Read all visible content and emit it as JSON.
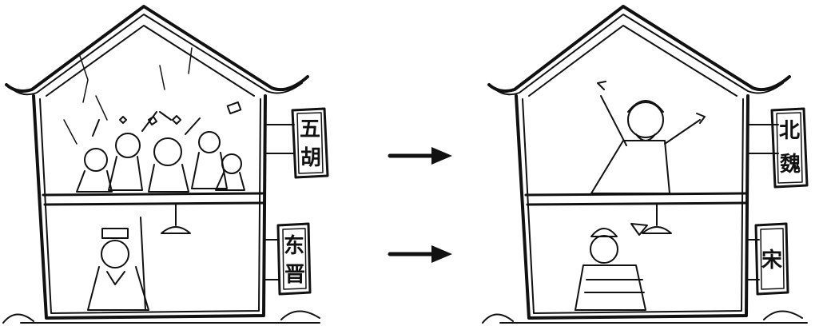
{
  "scene": {
    "before_house": {
      "upper_sign": [
        "五",
        "胡"
      ],
      "lower_sign": [
        "东",
        "晋"
      ]
    },
    "after_house": {
      "upper_sign": [
        "北",
        "魏"
      ],
      "lower_sign": [
        "宋"
      ]
    },
    "arrow_icon": "right-arrow-icon",
    "ink_color": "#111111"
  }
}
